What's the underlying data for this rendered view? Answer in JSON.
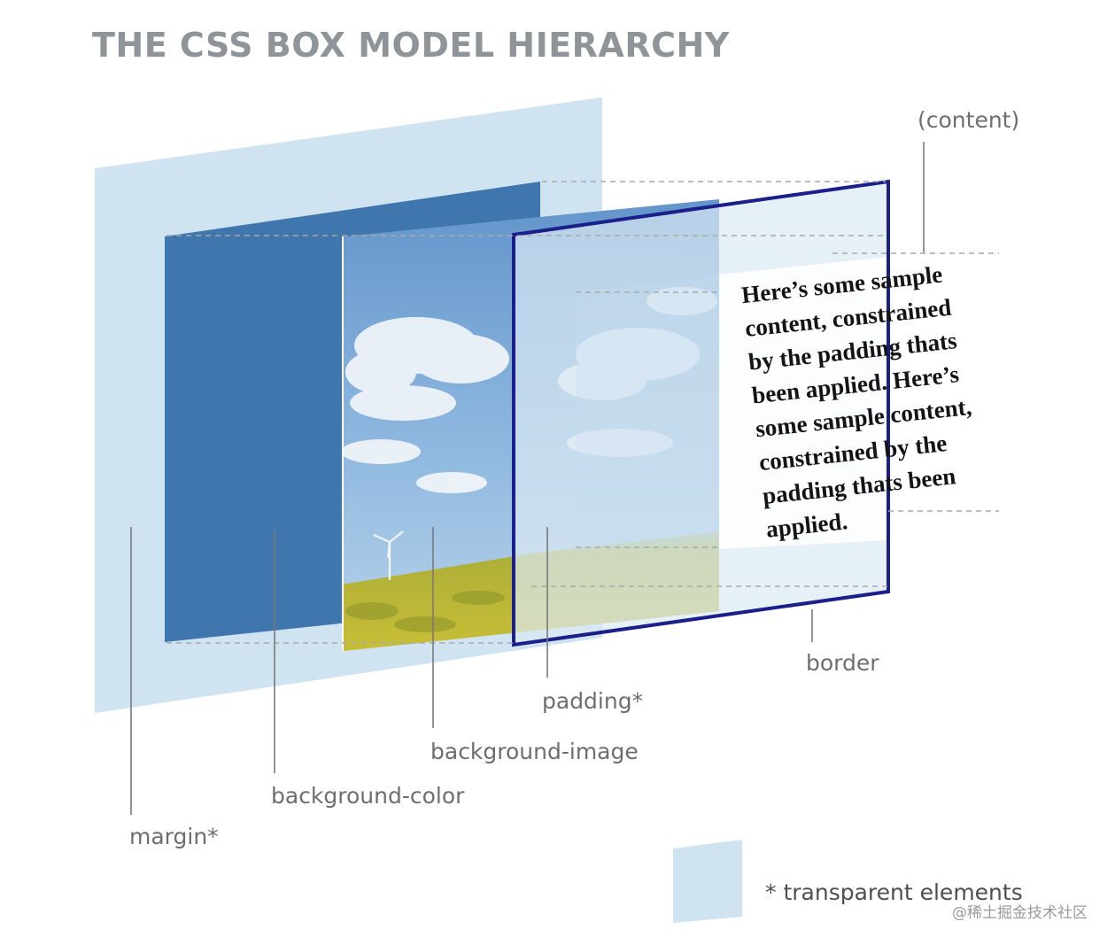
{
  "title": "THE CSS BOX MODEL HIERARCHY",
  "layers": {
    "content": "(content)",
    "border": "border",
    "padding": "padding*",
    "background_image": "background-image",
    "background_color": "background-color",
    "margin": "margin*"
  },
  "sample_text": {
    "lines": [
      "Here’s some sample",
      "content, constrained",
      "by the padding thats",
      "been applied. Here’s",
      "some sample content,",
      "constrained by the",
      "padding thats been",
      "applied."
    ]
  },
  "legend": {
    "label": "* transparent elements"
  },
  "watermark": "@稀土掘金技术社区",
  "colors": {
    "margin_layer": "#cfe4f0",
    "background_color_layer": "#3f76ae",
    "border_line": "#1a1f8a",
    "title": "#8f9499",
    "sky": "#7aa7d6",
    "field": "#b9b83b"
  }
}
